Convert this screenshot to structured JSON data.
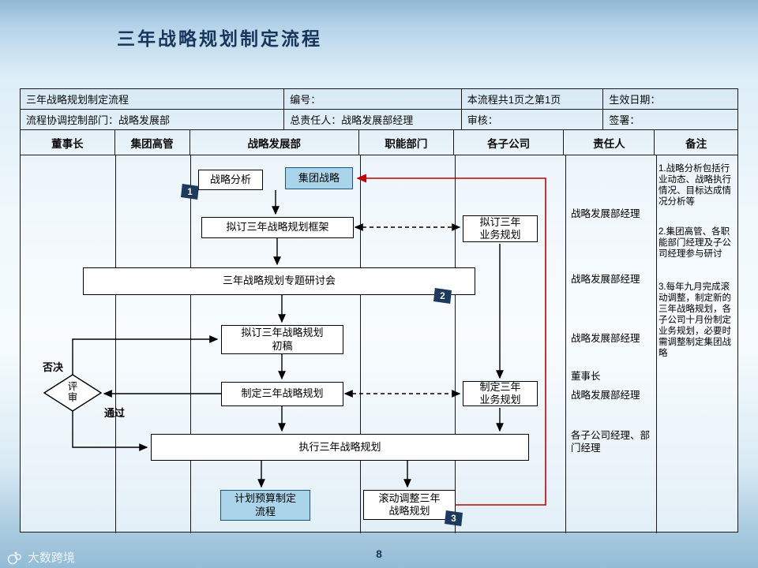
{
  "slide": {
    "title": "三年战略规划制定流程",
    "page_number": "8",
    "watermark": "大数跨境"
  },
  "header": {
    "row1": {
      "process_name": "三年战略规划制定流程",
      "number_label": "编号：",
      "pages": "本流程共1页之第1页",
      "effective_date_label": "生效日期："
    },
    "row2": {
      "coordination_dept": "流程协调控制部门：战略发展部",
      "owner": "总责任人：战略发展部经理",
      "review_label": "审核：",
      "signature_label": "签署："
    }
  },
  "columns": {
    "chairman": "董事长",
    "group_executives": "集团高管",
    "strategy_dept": "战略发展部",
    "functional_dept": "职能部门",
    "subsidiaries": "各子公司",
    "responsible": "责任人",
    "remarks": "备注"
  },
  "flow": {
    "strategy_analysis": "战略分析",
    "group_strategy": "集团战略",
    "draft_framework": "拟订三年战略规划框架",
    "draft_business_plan": "拟订三年业务规划",
    "seminar": "三年战略规划专题研讨会",
    "draft_initial": "拟订三年战略规划初稿",
    "review": "评审",
    "reject": "否决",
    "pass": "通过",
    "make_strategy_plan": "制定三年战略规划",
    "make_business_plan": "制定三年业务规划",
    "execute": "执行三年战略规划",
    "budget_process": "计划预算制定流程",
    "rolling_adjust": "滚动调整三年战略规划",
    "badge1": "1",
    "badge2": "2",
    "badge3": "3"
  },
  "responsible_entries": [
    "战略发展部经理",
    "战略发展部经理",
    "战略发展部经理",
    "董事长",
    "战略发展部经理",
    "各子公司经理、部门经理"
  ],
  "remark_entries": [
    "1.战略分析包括行业动态、战略执行情况、目标达成情况分析等",
    "2.集团高管、各职能部门经理及子公司经理参与研讨",
    "3.每年九月完成滚动调整，制定新的三年战略规划，各子公司十月份制定业务规划，必要时需调整制定集团战略"
  ]
}
